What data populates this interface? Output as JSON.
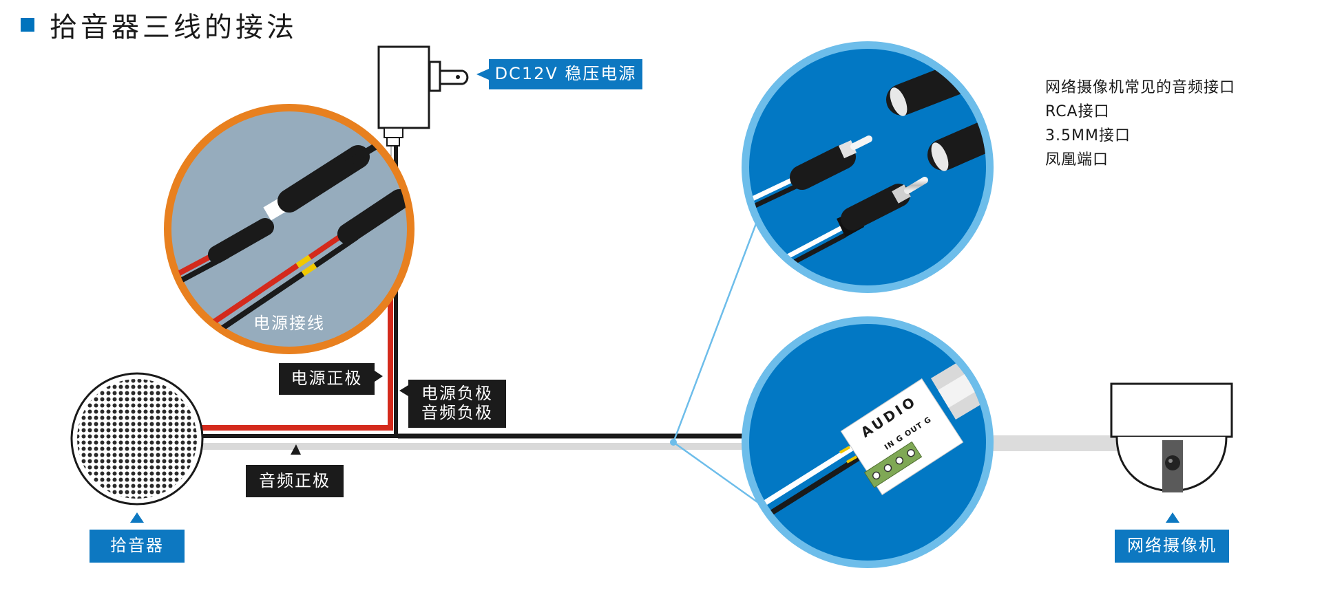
{
  "title": "拾音器三线的接法",
  "labels": {
    "power_supply": "DC12V 稳压电源",
    "power_wiring": "电源接线",
    "power_positive": "电源正极",
    "power_negative": "电源负极",
    "audio_negative": "音频负极",
    "audio_positive": "音频正极",
    "pickup": "拾音器",
    "ip_camera": "网络摄像机",
    "audio_box_title": "AUDIO",
    "audio_box_pins": "IN G OUT G"
  },
  "camera_audio_info": {
    "heading": "网络摄像机常见的音频接口",
    "items": [
      "RCA接口",
      "3.5MM接口",
      "凤凰端口"
    ]
  },
  "colors": {
    "accent_blue": "#0d78c1",
    "circle_blue": "#0278c4",
    "ring_light_blue": "#6dbdea",
    "ring_orange": "#e8801f",
    "wire_red": "#d42a1c",
    "wire_black": "#1a1a1a",
    "label_black": "#1b1b1b"
  }
}
